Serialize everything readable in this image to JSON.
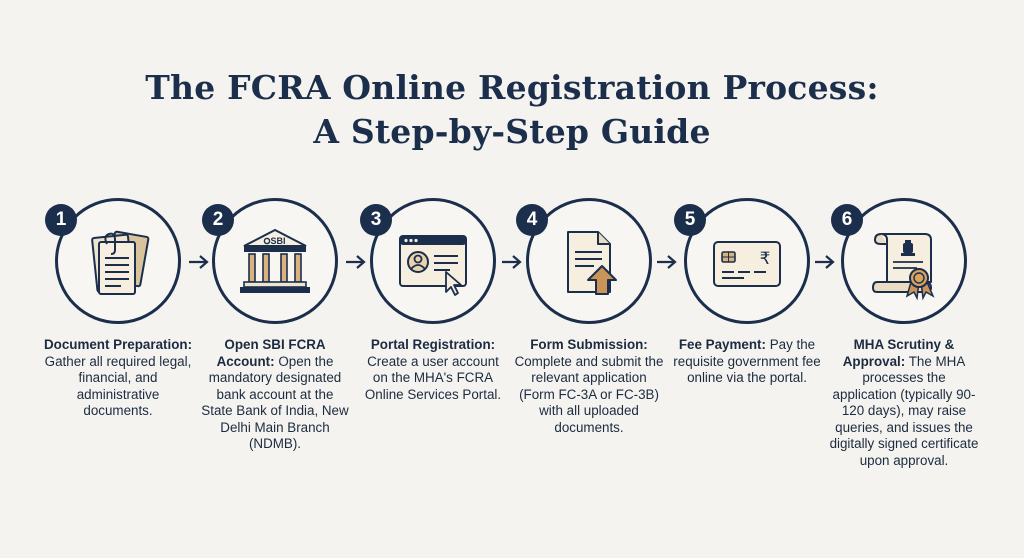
{
  "title": {
    "line1": "The FCRA Online Registration Process:",
    "line2": "A Step-by-Step Guide"
  },
  "steps": [
    {
      "number": "1",
      "heading": "Document Preparation:",
      "body": "Gather all required legal, financial, and administrative documents.",
      "icon": "documents-icon"
    },
    {
      "number": "2",
      "heading": "Open SBI FCRA Account:",
      "body": "Open the mandatory designated bank account at the State Bank of India, New Delhi Main Branch (NDMB).",
      "icon": "bank-icon",
      "icon_label": "SBI"
    },
    {
      "number": "3",
      "heading": "Portal Registration:",
      "body": "Create a user account on the MHA's FCRA Online Services Portal.",
      "icon": "browser-profile-icon"
    },
    {
      "number": "4",
      "heading": "Form Submission:",
      "body": "Complete and submit the relevant application (Form FC-3A or FC-3B) with all uploaded documents.",
      "icon": "upload-form-icon"
    },
    {
      "number": "5",
      "heading": "Fee Payment:",
      "body": "Pay the requisite government fee online via the portal.",
      "icon": "card-payment-icon",
      "icon_label": "₹"
    },
    {
      "number": "6",
      "heading": "MHA Scrutiny & Approval:",
      "body": "The MHA processes the application (typically 90-120 days), may raise queries, and issues the digitally signed certificate upon approval.",
      "icon": "certificate-icon"
    }
  ],
  "colors": {
    "navy": "#1b2e4b",
    "background": "#f4f3ef",
    "paper": "#e9dcc2",
    "accent": "#b98a52"
  }
}
